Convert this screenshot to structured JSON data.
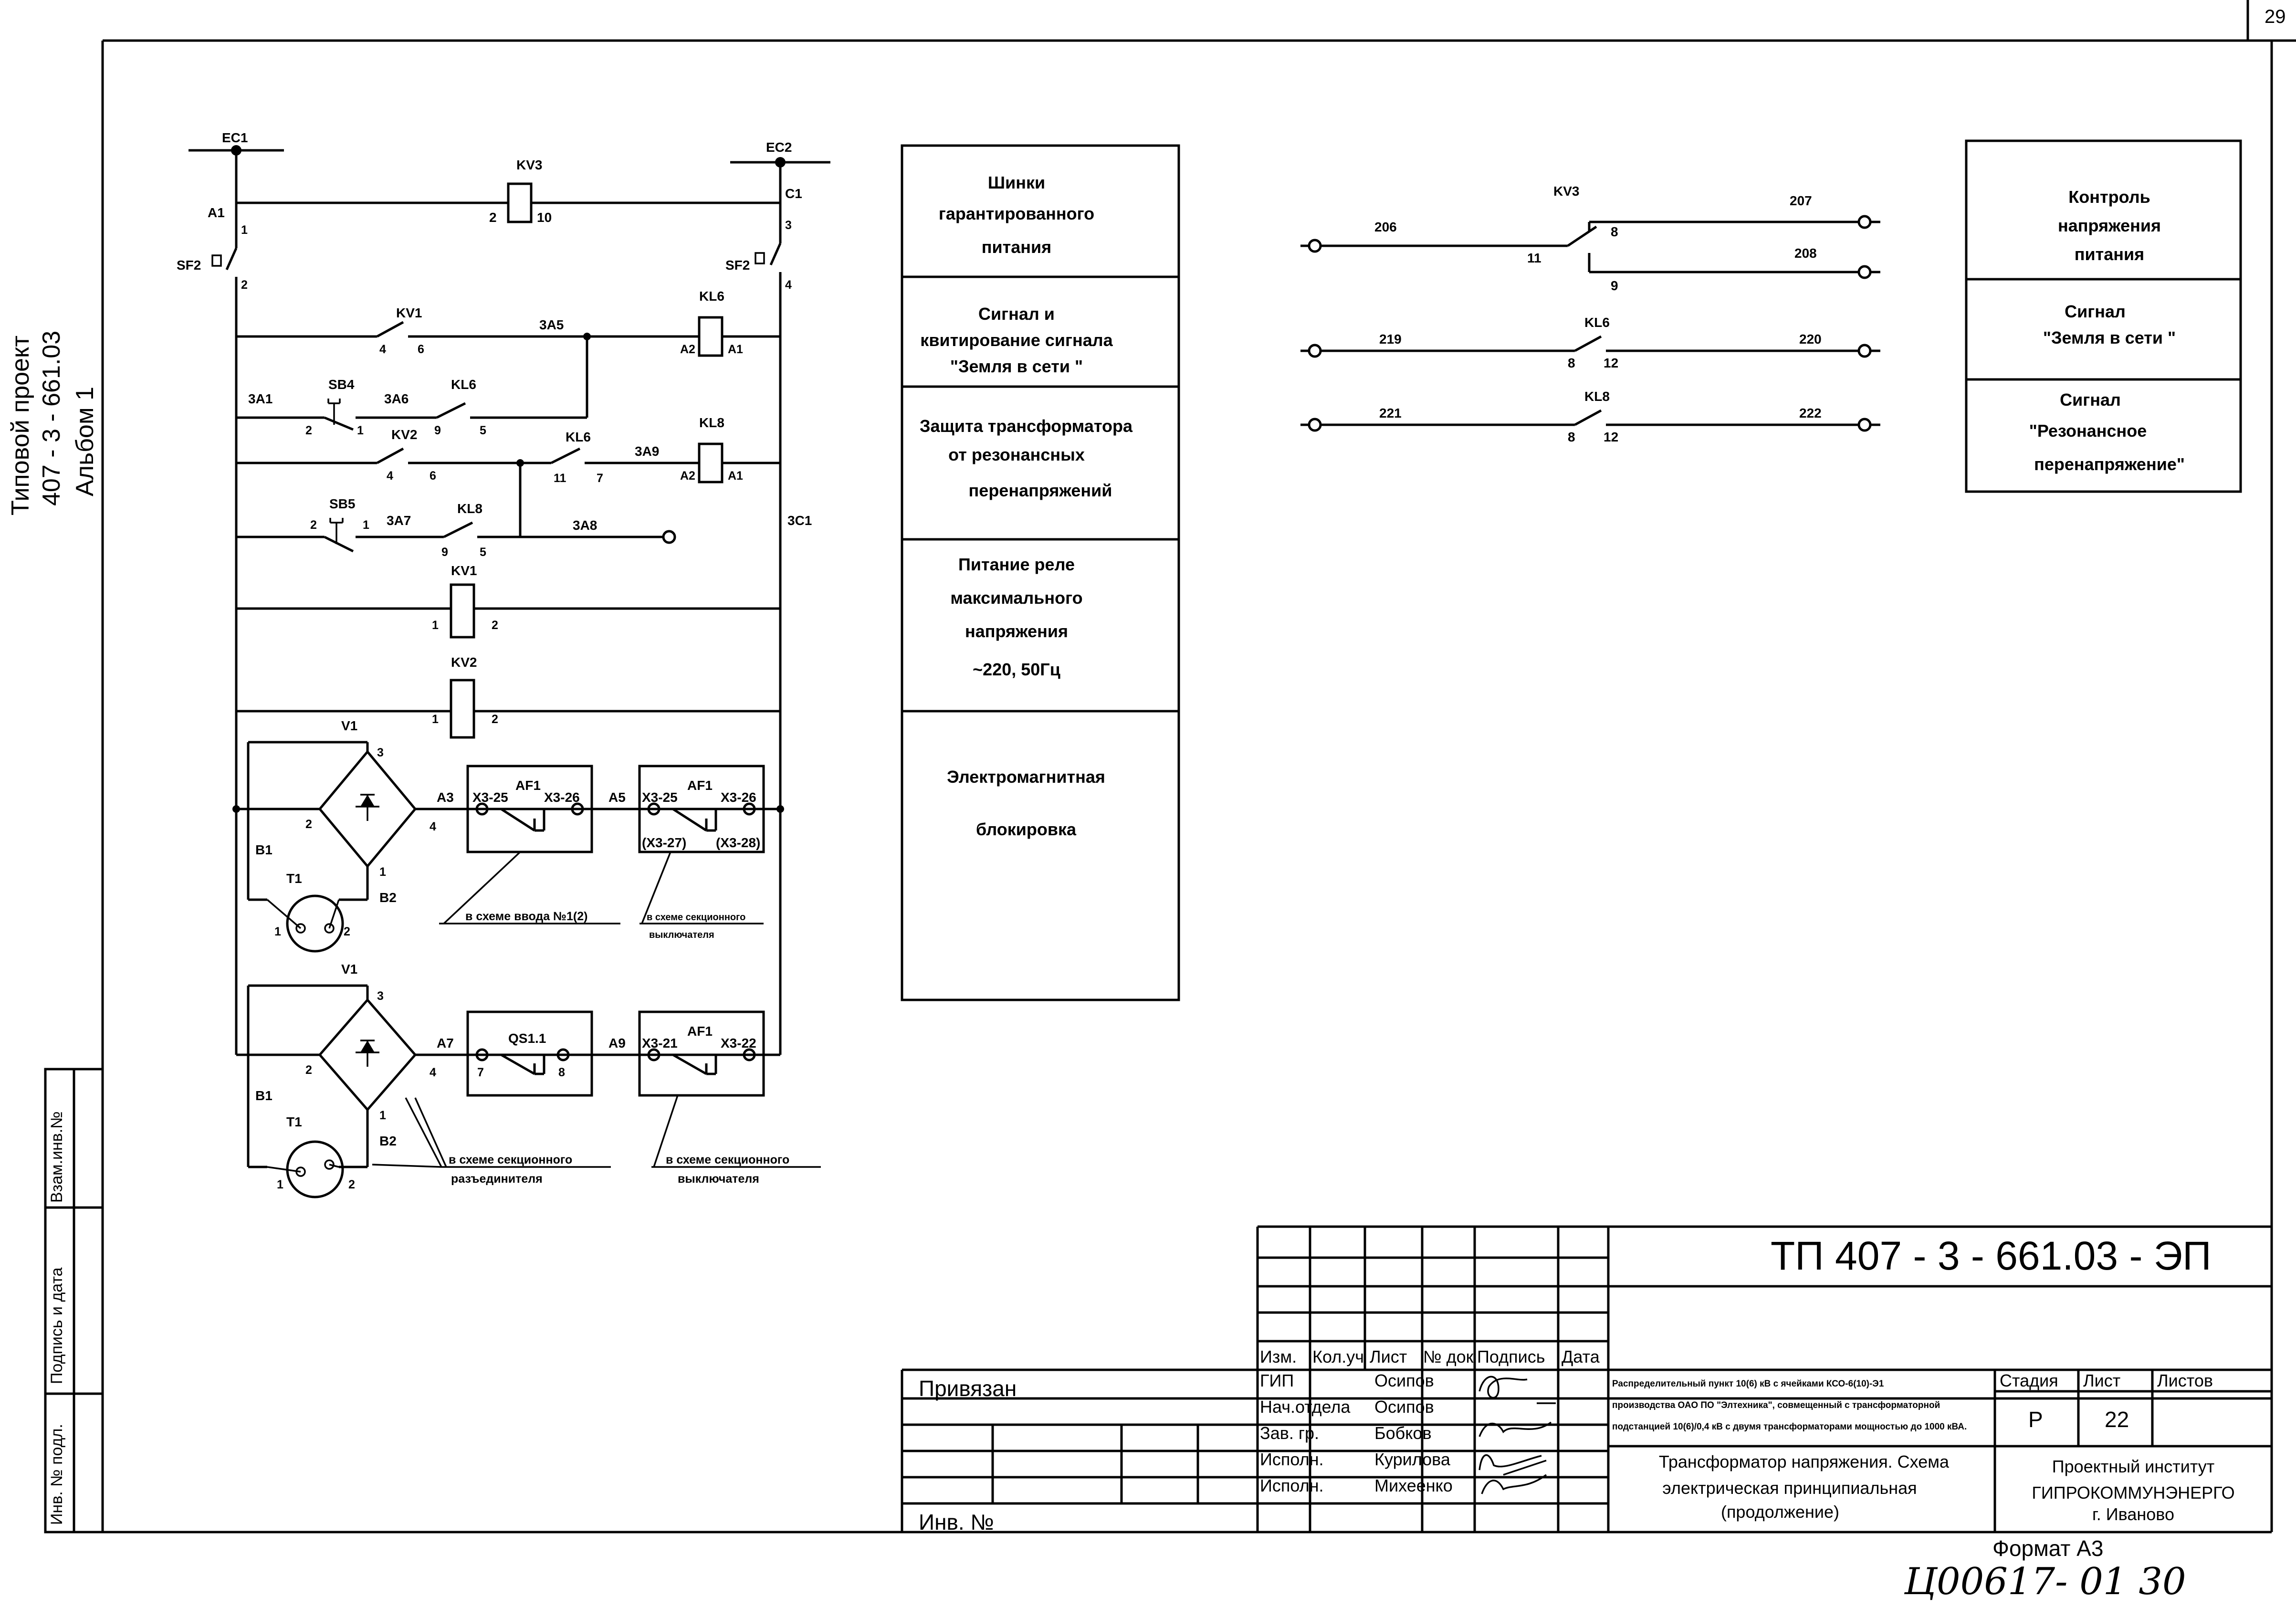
{
  "sheet_number": "29",
  "side_stamp": {
    "line1": "Типовой проект",
    "line2": "407 - 3 - 661.03",
    "line3": "Альбом  1"
  },
  "side_boxes": {
    "vzam": "Взам.инв.№",
    "podpis": "Подпись и дата",
    "inv": "Инв. № подл."
  },
  "schematic_labels": {
    "ec1": "EC1",
    "ec2": "EC2",
    "a1": "A1",
    "c1": "C1",
    "sf2_left": "SF2",
    "sf2_right": "SF2",
    "kv3": "KV3",
    "kv1": "KV1",
    "kl6": "KL6",
    "kl8": "KL8",
    "kv2": "KV2",
    "sb4": "SB4",
    "sb5": "SB5",
    "v1": "V1",
    "t1": "T1",
    "b1": "B1",
    "b2": "B2",
    "af1": "AF1",
    "qs1": "QS1.1",
    "w3a1": "3A1",
    "w3a5": "3A5",
    "w3a6": "3A6",
    "w3a7": "3A7",
    "w3a8": "3A8",
    "w3a9": "3A9",
    "w3c1": "3C1",
    "a3": "A3",
    "a5": "A5",
    "a7": "A7",
    "a9": "A9",
    "ka2": "A2",
    "ka1": "A1",
    "x325": "X3-25",
    "x326": "X3-26",
    "x327": "(X3-27)",
    "x328": "(X3-28)",
    "x321": "X3-21",
    "x322": "X3-22",
    "n1": "1",
    "n2": "2",
    "n3": "3",
    "n4": "4",
    "n5": "5",
    "n6": "6",
    "n7": "7",
    "n8": "8",
    "n9": "9",
    "n10": "10",
    "n11": "11",
    "n12": "12",
    "note_input": "в схеме ввода №1(2)",
    "note_sect_breaker_small_1": "в схеме секционного",
    "note_sect_breaker_small_2": "выключателя",
    "note_disconnector_1": "в схеме секционного",
    "note_disconnector_2": "разъединителя",
    "note_sect_breaker_1": "в схеме секционного",
    "note_sect_breaker_2": "выключателя"
  },
  "function_blocks": [
    [
      "Шинки",
      "гарантированного",
      "питания"
    ],
    [
      "Сигнал и",
      "квитирование сигнала",
      "\"Земля в сети \""
    ],
    [
      "Защита трансформатора",
      "от резонансных",
      "перенапряжений"
    ],
    [
      "Питание реле",
      "максимального",
      "напряжения",
      "~220, 50Гц"
    ],
    [
      "Электромагнитная",
      "блокировка"
    ]
  ],
  "contacts": {
    "kv3": "KV3",
    "kl6": "KL6",
    "kl8": "KL8",
    "w206": "206",
    "w207": "207",
    "w208": "208",
    "w219": "219",
    "w220": "220",
    "w221": "221",
    "w222": "222",
    "c11": "11",
    "c8": "8",
    "c9": "9",
    "c12": "12"
  },
  "right_blocks": [
    [
      "Контроль",
      "напряжения",
      "питания"
    ],
    [
      "Сигнал",
      "\"Земля в сети \""
    ],
    [
      "Сигнал",
      "\"Резонансное",
      "перенапряжение\""
    ]
  ],
  "title_block": {
    "doc_code": "ТП  407 - 3 - 661.03 - ЭП",
    "privyazan": "Привязан",
    "inv_no": "Инв. №",
    "columns": [
      "Изм.",
      "Кол.уч",
      "Лист",
      "№ док",
      "Подпись",
      "Дата"
    ],
    "roles": [
      "ГИП",
      "Нач.отдела",
      "Зав. гр.",
      "Исполн.",
      "Исполн."
    ],
    "names": [
      "Осипов",
      "Осипов",
      "Бобков",
      "Курилова",
      "Михеенко"
    ],
    "object_desc": [
      "Распределительный пункт 10(6) кВ с ячейками КСО-6(10)-Э1",
      "производства ОАО ПО \"Элтехника\", совмещенный с трансформаторной",
      "подстанцией 10(6)/0,4 кВ с двумя трансформаторами мощностью до 1000 кВА."
    ],
    "sheet_title": [
      "Трансформатор напряжения. Схема",
      "электрическая принципиальная",
      "(продолжение)"
    ],
    "stage_label": "Стадия",
    "sheet_label": "Лист",
    "sheets_label": "Листов",
    "stage": "Р",
    "sheet": "22",
    "institute": [
      "Проектный институт",
      "ГИПРОКОММУНЭНЕРГО",
      "г. Иваново"
    ],
    "format": "Формат А3",
    "handwritten": "Ц00617- 01     30"
  }
}
